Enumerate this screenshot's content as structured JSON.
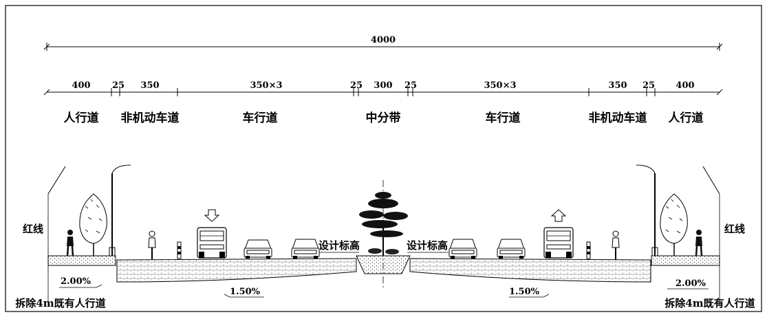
{
  "dimensions": {
    "total": "4000",
    "left_sidewalk": "400",
    "left_sep": "25",
    "left_bike": "350",
    "left_road": "350×3",
    "median_left_sep": "25",
    "median": "300",
    "median_right_sep": "25",
    "right_road": "350×3",
    "right_bike": "350",
    "right_sep": "25",
    "right_sidewalk": "400"
  },
  "lanes": {
    "left_sidewalk": "人行道",
    "left_bike": "非机动车道",
    "left_road": "车行道",
    "median": "中分带",
    "right_road": "车行道",
    "right_bike": "非机动车道",
    "right_sidewalk": "人行道"
  },
  "annotations": {
    "red_line_left": "红线",
    "red_line_right": "红线",
    "design_elev_left": "设计标高",
    "design_elev_right": "设计标高",
    "slope_sidewalk_left": "2.00%",
    "slope_sidewalk_right": "2.00%",
    "slope_road_left": "1.50%",
    "slope_road_right": "1.50%",
    "demolish_left": "拆除4m既有人行道",
    "demolish_right": "拆除4m既有人行道"
  },
  "colors": {
    "line": "#000000",
    "background": "#ffffff"
  }
}
